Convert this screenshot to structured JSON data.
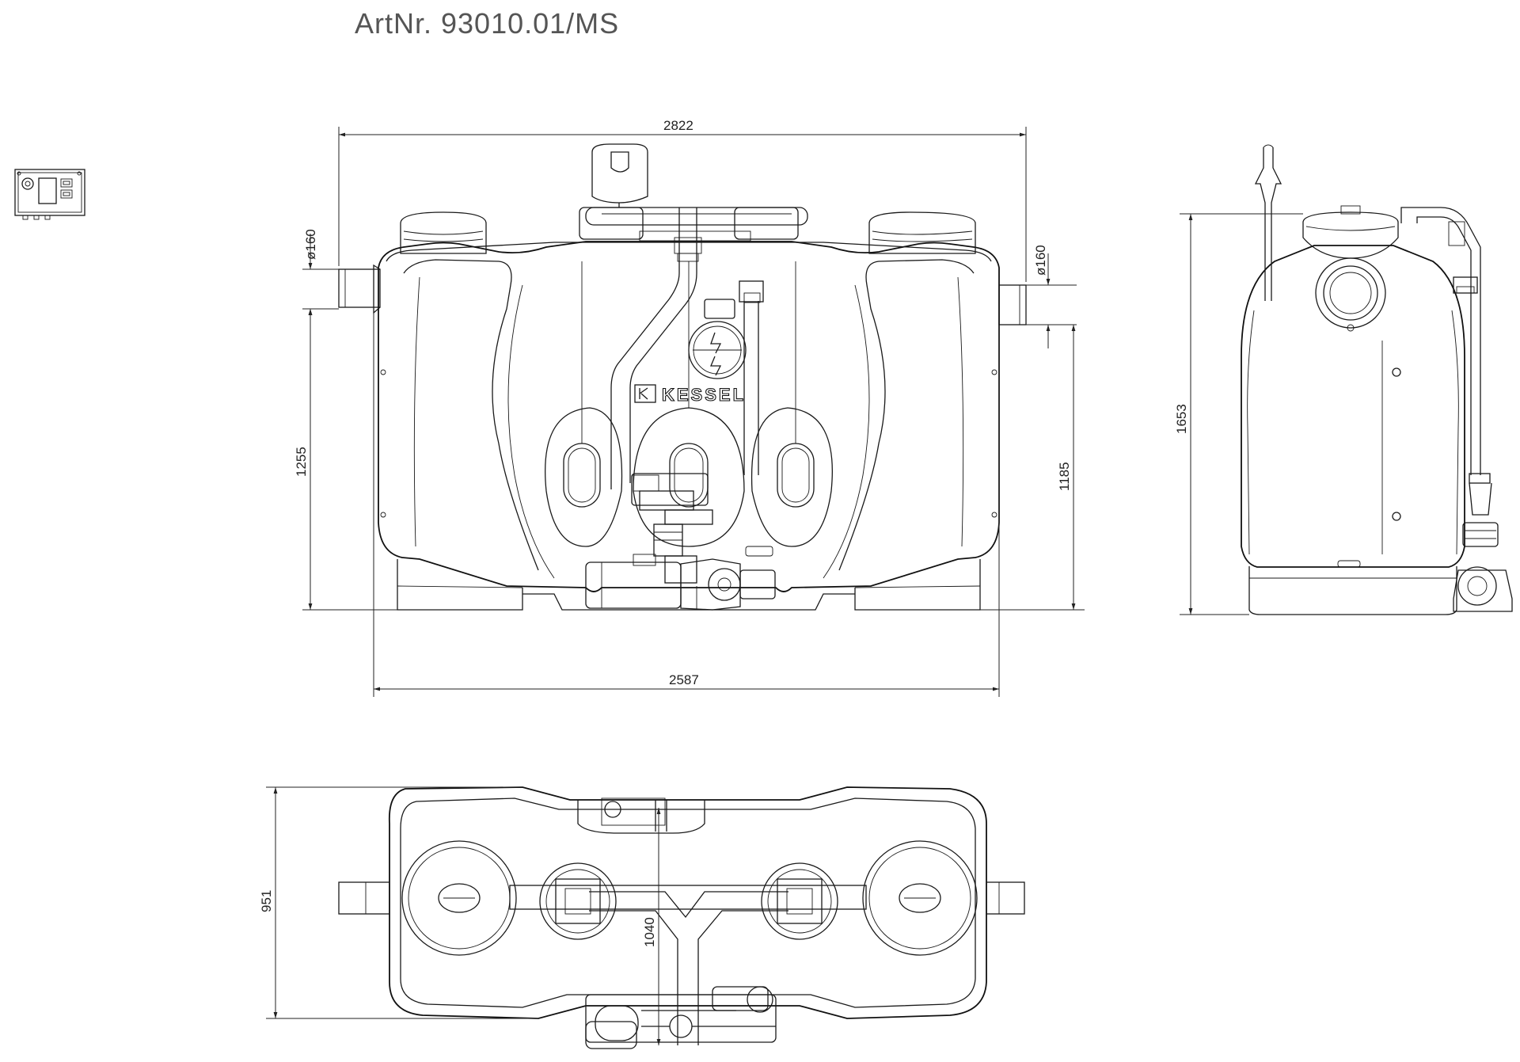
{
  "article_number": "ArtNr.  93010.01/MS",
  "brand_logo": "KESSEL",
  "dimensions": {
    "total_width": "2822",
    "body_width": "2587",
    "inlet_left_diameter": "ø160",
    "inlet_right_diameter": "ø160",
    "inlet_left_height": "1255",
    "inlet_right_height": "1185",
    "total_height": "1653",
    "depth": "951",
    "pipe_offset": "1040"
  },
  "icons": [
    "control-box-icon",
    "kessel-logo-icon",
    "electrical-warning-icon"
  ]
}
